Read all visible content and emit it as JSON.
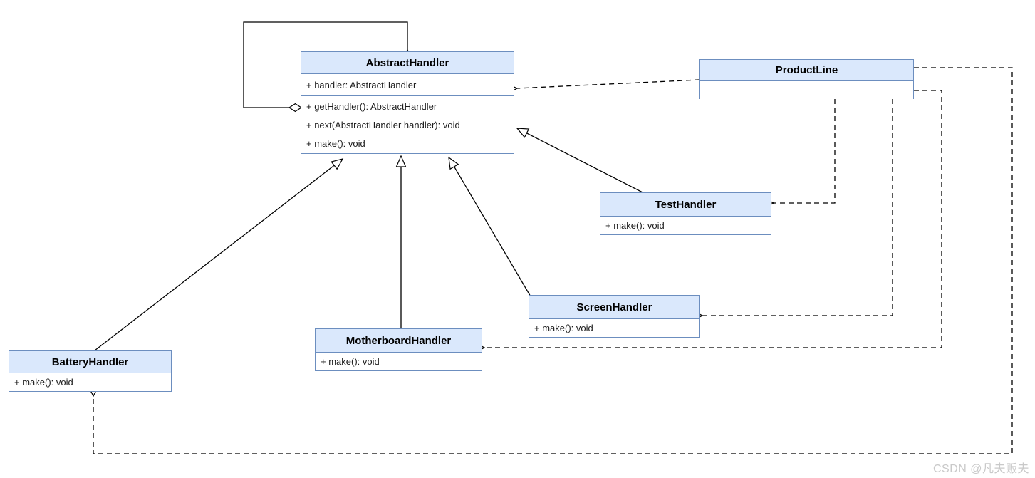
{
  "diagram_type": "uml-class-diagram",
  "classes": [
    {
      "name": "AbstractHandler",
      "fields": [
        "+ handler: AbstractHandler"
      ],
      "methods": [
        "+ getHandler(): AbstractHandler",
        "+ next(AbstractHandler handler): void",
        "+ make(): void"
      ]
    },
    {
      "name": "ProductLine",
      "fields": [],
      "methods": []
    },
    {
      "name": "TestHandler",
      "fields": [],
      "methods": [
        "+ make(): void"
      ]
    },
    {
      "name": "ScreenHandler",
      "fields": [],
      "methods": [
        "+ make(): void"
      ]
    },
    {
      "name": "MotherboardHandler",
      "fields": [],
      "methods": [
        "+ make(): void"
      ]
    },
    {
      "name": "BatteryHandler",
      "fields": [],
      "methods": [
        "+ make(): void"
      ]
    }
  ],
  "relationships": [
    {
      "type": "aggregation",
      "from": "AbstractHandler",
      "to": "AbstractHandler"
    },
    {
      "type": "dependency",
      "from": "ProductLine",
      "to": "AbstractHandler"
    },
    {
      "type": "dependency",
      "from": "ProductLine",
      "to": "TestHandler"
    },
    {
      "type": "dependency",
      "from": "ProductLine",
      "to": "ScreenHandler"
    },
    {
      "type": "dependency",
      "from": "ProductLine",
      "to": "MotherboardHandler"
    },
    {
      "type": "dependency",
      "from": "ProductLine",
      "to": "BatteryHandler"
    },
    {
      "type": "generalization",
      "from": "TestHandler",
      "to": "AbstractHandler"
    },
    {
      "type": "generalization",
      "from": "ScreenHandler",
      "to": "AbstractHandler"
    },
    {
      "type": "generalization",
      "from": "MotherboardHandler",
      "to": "AbstractHandler"
    },
    {
      "type": "generalization",
      "from": "BatteryHandler",
      "to": "AbstractHandler"
    }
  ],
  "colors": {
    "class_header_fill": "#dae8fc",
    "class_border": "#6c8ebf",
    "edge": "#000000",
    "watermark_text": "#c9c9c9",
    "background": "#ffffff"
  },
  "watermark": "CSDN @凡夫贩夫"
}
